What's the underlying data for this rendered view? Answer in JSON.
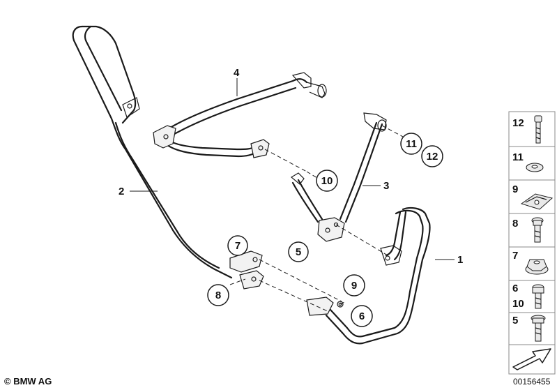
{
  "diagram": {
    "callouts": [
      {
        "id": "c7",
        "label": "7"
      },
      {
        "id": "c5",
        "label": "5"
      },
      {
        "id": "c10",
        "label": "10"
      },
      {
        "id": "c11",
        "label": "11"
      },
      {
        "id": "c12",
        "label": "12"
      },
      {
        "id": "c8",
        "label": "8"
      },
      {
        "id": "c9",
        "label": "9"
      },
      {
        "id": "c6",
        "label": "6"
      }
    ],
    "part_labels": {
      "p1": "1",
      "p2": "2",
      "p3": "3",
      "p4": "4"
    }
  },
  "legend": {
    "rows": [
      {
        "labels": [
          "12"
        ],
        "part": "long-bolt"
      },
      {
        "labels": [
          "11"
        ],
        "part": "washer"
      },
      {
        "labels": [
          "9"
        ],
        "part": "spring-nut-clip"
      },
      {
        "labels": [
          "8"
        ],
        "part": "flange-bolt"
      },
      {
        "labels": [
          "7"
        ],
        "part": "collar-nut"
      },
      {
        "labels": [
          "6",
          "10"
        ],
        "part": "socket-head-bolt"
      },
      {
        "labels": [
          "5"
        ],
        "part": "hex-flange-bolt"
      }
    ],
    "direction_icon": "forward-arrow-icon"
  },
  "footer": {
    "copyright": "© BMW AG",
    "diagram_number": "00156455"
  }
}
